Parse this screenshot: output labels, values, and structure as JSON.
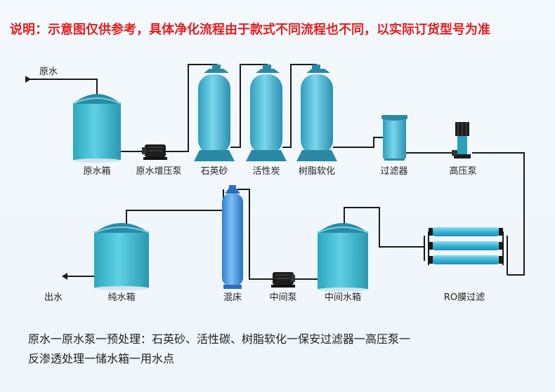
{
  "notice": {
    "text": "说明：示意图仅供参考，具体净化流程由于款式不同流程也不同，以实际订货型号为准",
    "color": "#e02020"
  },
  "labels": {
    "raw_water_in": "原水",
    "raw_tank": "原水箱",
    "booster_pump": "原水增压泵",
    "quartz_sand": "石英砂",
    "activated_carbon": "活性炭",
    "resin_softener": "树脂软化",
    "filter": "过滤器",
    "high_pressure_pump": "高压泵",
    "ro_membrane": "RO膜过滤",
    "intermediate_tank": "中间水箱",
    "intermediate_pump": "中间泵",
    "mixed_bed": "混床",
    "pure_tank": "纯水箱",
    "water_out": "出水"
  },
  "summary": {
    "line1": "原水一原水泵一预处理：石英砂、活性碳、树脂软化一保安过滤器一高压泵一",
    "line2": "反渗透处理一储水箱一用水点"
  },
  "colors": {
    "tank_body": "#36b6cc",
    "tank_top": "#2a8aa6",
    "pipe": "#1a1a1a",
    "pump": "#1d1d1d"
  }
}
